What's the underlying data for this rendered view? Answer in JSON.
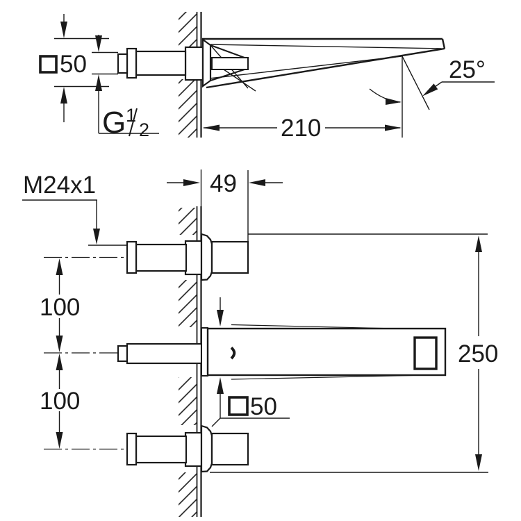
{
  "side_view": {
    "escutcheon_size": "50",
    "thread_g_letter": "G",
    "thread_g_numerator": "1",
    "thread_g_denominator": "2",
    "spout_reach": "210",
    "spray_angle": "25°"
  },
  "plan_view": {
    "valve_thread": "M24x1",
    "wall_to_body": "49",
    "upper_spacing": "100",
    "lower_spacing": "100",
    "escutcheon_size": "50",
    "overall_span": "250"
  },
  "colors": {
    "line": "#1a1a1a",
    "background": "#ffffff"
  }
}
